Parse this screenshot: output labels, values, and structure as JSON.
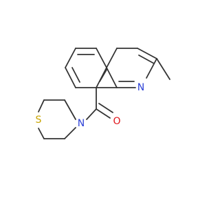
{
  "molecule": {
    "atoms": [
      {
        "id": "N_quinoline",
        "label": "N",
        "color": "#2b3fd6"
      },
      {
        "id": "O_carbonyl",
        "label": "O",
        "color": "#e0141a"
      },
      {
        "id": "N_amide",
        "label": "N",
        "color": "#2b3fd6"
      },
      {
        "id": "S_thiomorpholine",
        "label": "S",
        "color": "#c8a400"
      }
    ],
    "bond_color": "#333333",
    "background": "#ffffff"
  }
}
